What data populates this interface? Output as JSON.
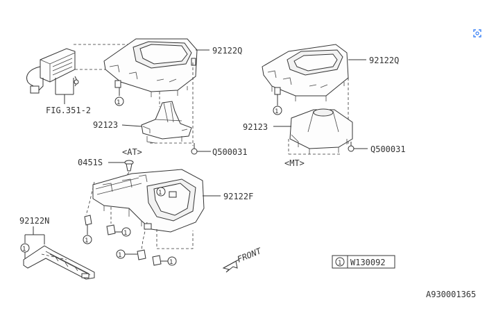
{
  "labels": {
    "fig_ref": "FIG.351-2",
    "q_left": "92122Q",
    "q_right": "92122Q",
    "boot_at": "92123",
    "boot_mt": "92123",
    "at_tag": "<AT>",
    "mt_tag": "<MT>",
    "bolt_at": "Q500031",
    "bolt_mt": "Q500031",
    "clip": "0451S",
    "f_panel": "92122F",
    "n_panel": "92122N",
    "front": "FRONT"
  },
  "callout": "1",
  "legend": {
    "number": "1",
    "code": "W130092"
  },
  "diagram_id": "A930001365",
  "icons": {
    "expand": "expand-icon"
  }
}
